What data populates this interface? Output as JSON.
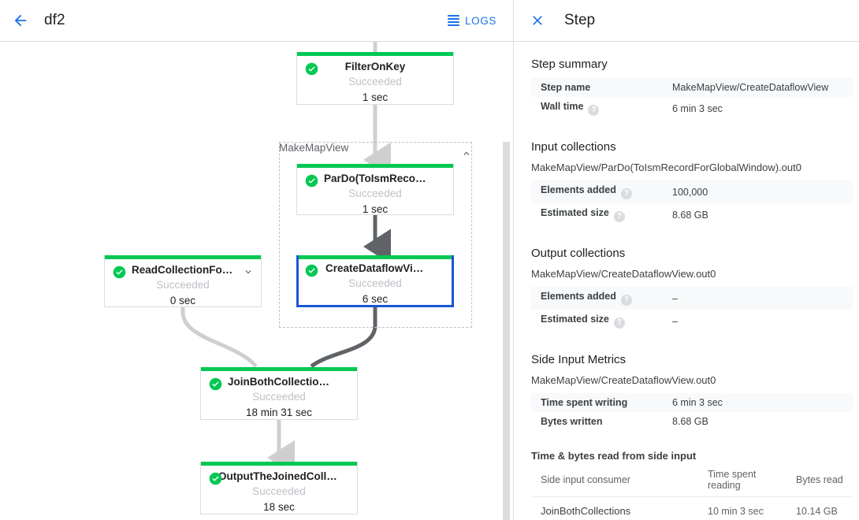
{
  "left_header": {
    "back_icon": "arrow-back-icon",
    "job_name": "df2",
    "logs_label": "LOGS",
    "logs_icon": "logs-list-icon",
    "accent_color": "#1a73e8"
  },
  "graph": {
    "success_color": "#00c853",
    "selected_color": "#1a56d6",
    "group": {
      "label": "MakeMapView",
      "chevron": "chevron-up-icon"
    },
    "nodes": [
      {
        "id": "filter-on-key",
        "title": "FilterOnKey",
        "status": "Succeeded",
        "time": "1 sec"
      },
      {
        "id": "pardo-toismrecord",
        "title": "ParDo(ToIsmRecordFor…)",
        "status": "Succeeded",
        "time": "1 sec"
      },
      {
        "id": "create-dataflow-view",
        "title": "CreateDataflowView",
        "status": "Succeeded",
        "time": "6 sec"
      },
      {
        "id": "read-collection",
        "title": "ReadCollectionForJoin",
        "status": "Succeeded",
        "time": "0 sec"
      },
      {
        "id": "join-both",
        "title": "JoinBothCollections",
        "status": "Succeeded",
        "time": "18 min 31 sec"
      },
      {
        "id": "output-joined",
        "title": "OutputTheJoinedCollec…",
        "status": "Succeeded",
        "time": "18 sec"
      }
    ]
  },
  "panel": {
    "close_icon": "close-icon",
    "title": "Step",
    "step_summary": {
      "heading": "Step summary",
      "rows": [
        {
          "key": "Step name",
          "value": "MakeMapView/CreateDataflowView",
          "help": false
        },
        {
          "key": "Wall time",
          "value": "6 min 3 sec",
          "help": true
        }
      ]
    },
    "input_collections": {
      "heading": "Input collections",
      "collection": "MakeMapView/ParDo(ToIsmRecordForGlobalWindow).out0",
      "rows": [
        {
          "key": "Elements added",
          "value": "100,000",
          "help": true
        },
        {
          "key": "Estimated size",
          "value": "8.68 GB",
          "help": true
        }
      ]
    },
    "output_collections": {
      "heading": "Output collections",
      "collection": "MakeMapView/CreateDataflowView.out0",
      "rows": [
        {
          "key": "Elements added",
          "value": "–",
          "help": true
        },
        {
          "key": "Estimated size",
          "value": "–",
          "help": true
        }
      ]
    },
    "side_input_metrics": {
      "heading": "Side Input Metrics",
      "collection": "MakeMapView/CreateDataflowView.out0",
      "rows": [
        {
          "key": "Time spent writing",
          "value": "6 min 3 sec",
          "help": false
        },
        {
          "key": "Bytes written",
          "value": "8.68 GB",
          "help": false
        }
      ]
    },
    "side_input_read": {
      "heading": "Time & bytes read from side input",
      "columns": [
        "Side input consumer",
        "Time spent reading",
        "Bytes read"
      ],
      "rows": [
        {
          "consumer": "JoinBothCollections",
          "time": "10 min 3 sec",
          "bytes": "10.14 GB"
        }
      ]
    },
    "help_glyph": "?"
  }
}
